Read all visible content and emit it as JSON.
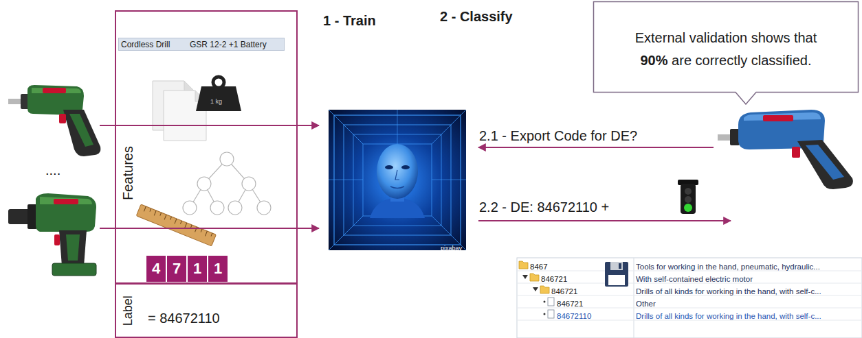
{
  "diagram": {
    "nodes": [
      {
        "text": [
          "Features"
        ]
      },
      {
        "text": [
          "Cordless Drill",
          "GSR 12-2 +1 Battery"
        ],
        "in": 0
      },
      {
        "text": [
          "4"
        ],
        "in": 0
      },
      {
        "text": [
          "7"
        ],
        "in": 0
      },
      {
        "text": [
          "1"
        ],
        "in": 0
      },
      {
        "text": [
          "1"
        ],
        "in": 0
      },
      {
        "text": [
          "Label",
          "= 84672110"
        ]
      },
      {
        "text": [
          "External validation shows that",
          "90%",
          "are correctly classified."
        ]
      }
    ],
    "labels": [
      "1 - Train",
      "2 - Classify",
      "....",
      "1 kg",
      "2.1 - Export Code for DE?",
      "2.2 - DE: 84672110 +",
      "pixabay",
      "8467",
      "Tools for working in the hand, pneumatic, hydraulic...",
      "846721",
      "With self-contained electric motor",
      "846721",
      "Drills of all kinds for working in the hand, with self-c...",
      "846721",
      "Other",
      "84672110",
      "Drills of all kinds for working in the hand, with self-c..."
    ]
  }
}
